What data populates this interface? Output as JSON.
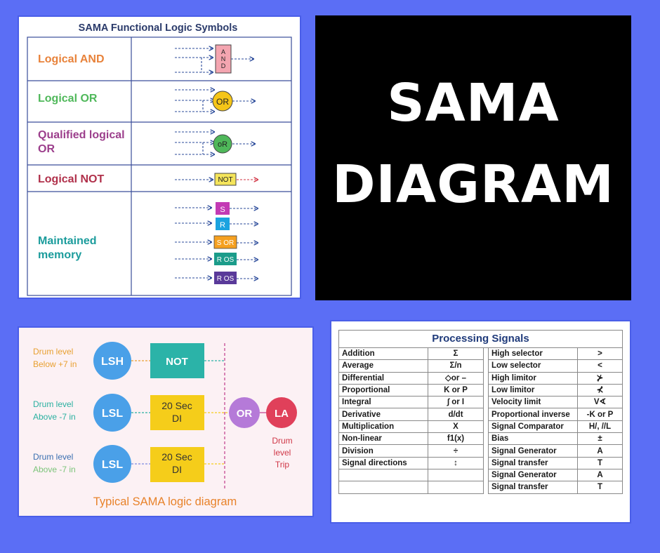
{
  "sama_symbols": {
    "title": "SAMA Functional Logic Symbols",
    "rows": [
      {
        "label": "Logical AND",
        "color": "#e8823a",
        "block": "AND"
      },
      {
        "label": "Logical OR",
        "color": "#4fb85a",
        "block": "OR"
      },
      {
        "label": "Qualified logical OR",
        "color": "#9c3f8c",
        "block": "oR"
      },
      {
        "label": "Logical NOT",
        "color": "#b0304a",
        "block": "NOT"
      },
      {
        "label": "Maintained memory",
        "color": "#1b9c9c",
        "blocks": [
          "S",
          "R",
          "S OR",
          "R OS",
          "R OS"
        ]
      }
    ],
    "and_letters": [
      "A",
      "N",
      "D"
    ]
  },
  "hero": {
    "line1": "SAMA",
    "line2": "DIAGRAM"
  },
  "logic_diagram": {
    "caption": "Typical SAMA logic diagram",
    "rows": [
      {
        "label1": "Drum level",
        "label2": "Below +7 in",
        "label_color": "#e8a030",
        "sensor": "LSH",
        "block": "NOT",
        "block_color": "#2bb3a8"
      },
      {
        "label1": "Drum level",
        "label2": "Above -7 in",
        "label_color": "#2ab0a0",
        "sensor": "LSL",
        "block1": "20 Sec",
        "block2": "DI",
        "block_color": "#f5cd1a"
      },
      {
        "label1": "Drum level",
        "label2": "Above -7 in",
        "label_color": "#3a6fb0",
        "label2_color": "#7cc47a",
        "sensor": "LSL",
        "block1": "20 Sec",
        "block2": "DI",
        "block_color": "#f5cd1a"
      }
    ],
    "or_label": "OR",
    "la_label": "LA",
    "trip": [
      "Drum",
      "level",
      "Trip"
    ]
  },
  "processing": {
    "title": "Processing Signals",
    "left": [
      [
        "Addition",
        "Σ"
      ],
      [
        "Average",
        "Σ/n"
      ],
      [
        "Differential",
        "◇or –"
      ],
      [
        "Proportional",
        "K or P"
      ],
      [
        "Integral",
        "∫ or I"
      ],
      [
        "Derivative",
        "d/dt"
      ],
      [
        "Multiplication",
        "X"
      ],
      [
        "Non-linear",
        "f1(x)"
      ],
      [
        "Division",
        "÷"
      ],
      [
        "Signal directions",
        "↕"
      ],
      [
        "",
        ""
      ],
      [
        "",
        ""
      ]
    ],
    "right": [
      [
        "High selector",
        ">"
      ],
      [
        "Low selector",
        "<"
      ],
      [
        "High limitor",
        "⊁"
      ],
      [
        "Low limitor",
        "⊀"
      ],
      [
        "Velocity limit",
        "V∢"
      ],
      [
        "Proportional inverse",
        "-K or P"
      ],
      [
        "Signal Comparator",
        "H/, //L"
      ],
      [
        "Bias",
        "±"
      ],
      [
        "Signal Generator",
        "A"
      ],
      [
        "Signal transfer",
        "T"
      ],
      [
        "Signal Generator",
        "A"
      ],
      [
        "Signal transfer",
        "T"
      ]
    ]
  }
}
